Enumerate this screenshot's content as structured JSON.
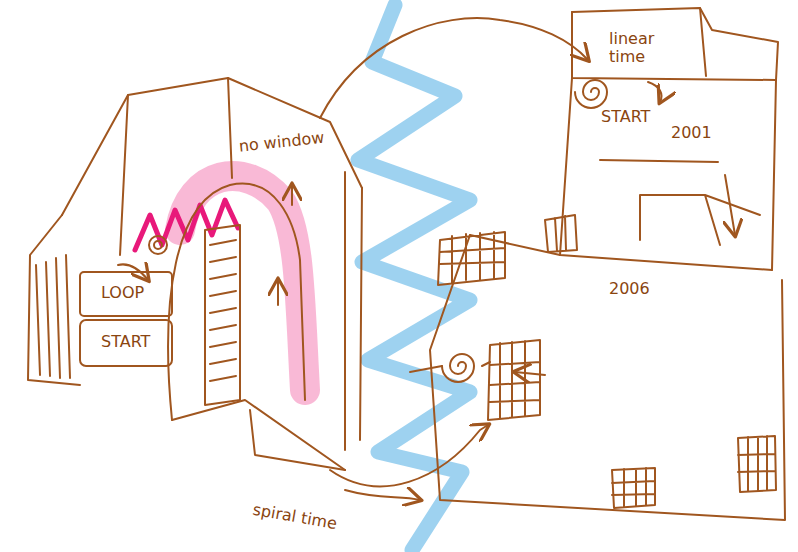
{
  "diagram": {
    "labels": [
      "no window",
      "linear time",
      "START",
      "2001",
      "2006",
      "LOOP",
      "START",
      "spiral time"
    ]
  }
}
